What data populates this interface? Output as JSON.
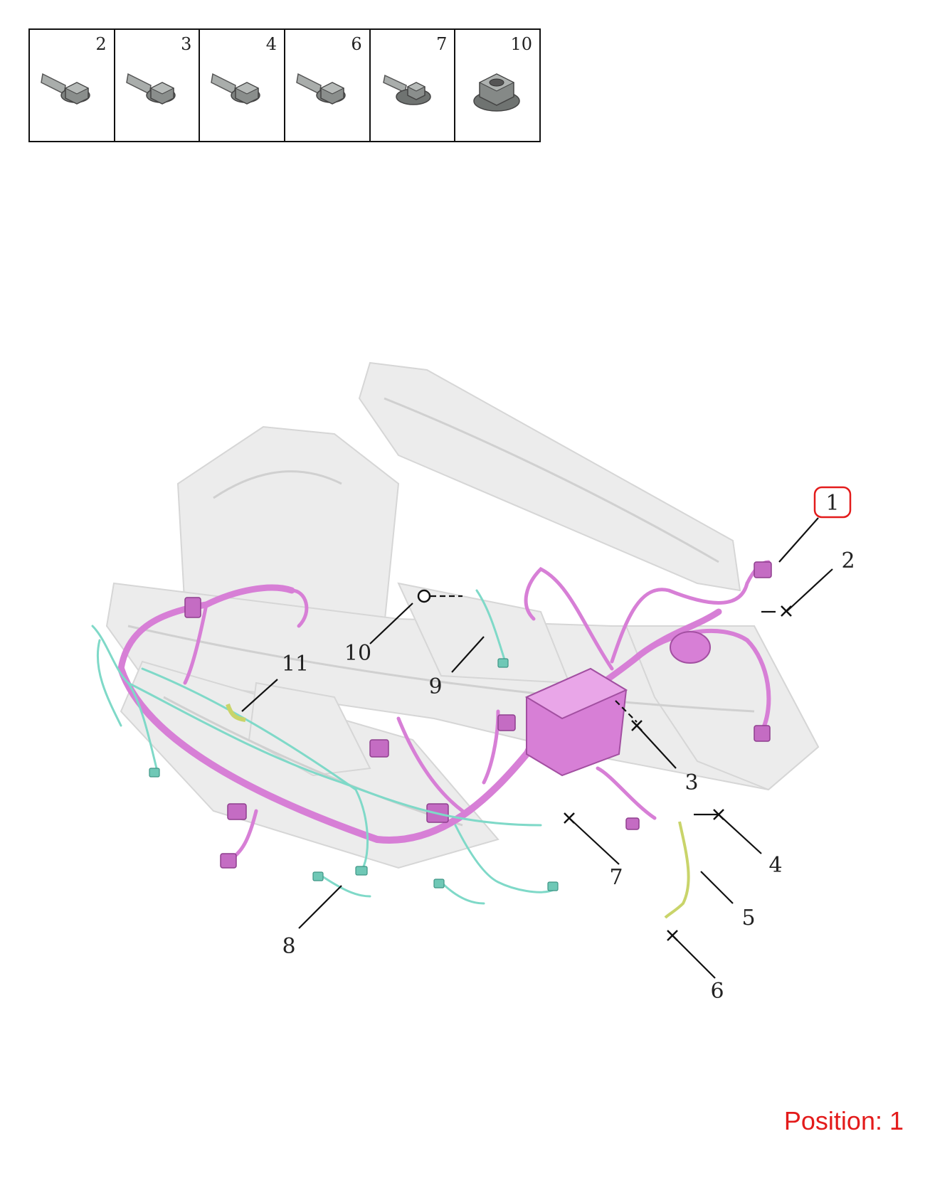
{
  "parts_table": [
    {
      "number": "2",
      "kind": "flange-bolt"
    },
    {
      "number": "3",
      "kind": "flange-bolt"
    },
    {
      "number": "4",
      "kind": "flange-bolt"
    },
    {
      "number": "6",
      "kind": "flange-bolt"
    },
    {
      "number": "7",
      "kind": "washer-bolt"
    },
    {
      "number": "10",
      "kind": "flange-nut"
    }
  ],
  "callouts": {
    "c1": "1",
    "c2": "2",
    "c3": "3",
    "c4": "4",
    "c5": "5",
    "c6": "6",
    "c7": "7",
    "c8": "8",
    "c9": "9",
    "c10": "10",
    "c11": "11"
  },
  "highlighted_callout": "1",
  "position_label": "Position: 1",
  "colors": {
    "main_harness": "#d77fd6",
    "secondary_harness": "#7fd9c8",
    "ground_strap": "#c9d46a",
    "body_structure": "#ececec",
    "highlight": "#e31b1b",
    "fastener": "#8a8e8c"
  }
}
